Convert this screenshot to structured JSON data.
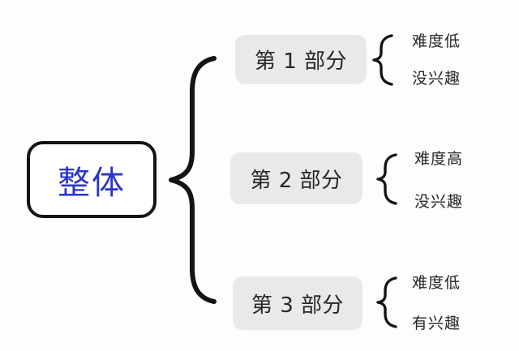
{
  "diagram": {
    "type": "bracket-mindmap",
    "root": {
      "label": "整体"
    },
    "parts": [
      {
        "label": "第 1 部分",
        "leaves": [
          "难度低",
          "没兴趣"
        ]
      },
      {
        "label": "第 2 部分",
        "leaves": [
          "难度高",
          "没兴趣"
        ]
      },
      {
        "label": "第 3 部分",
        "leaves": [
          "难度低",
          "有兴趣"
        ]
      }
    ],
    "colors": {
      "background": "#fdfdfd",
      "root_text": "#2a35c9",
      "root_border": "#141414",
      "part_box_fill": "#e9e9e9",
      "body_text": "#262626",
      "brace_stroke": "#141414"
    }
  }
}
